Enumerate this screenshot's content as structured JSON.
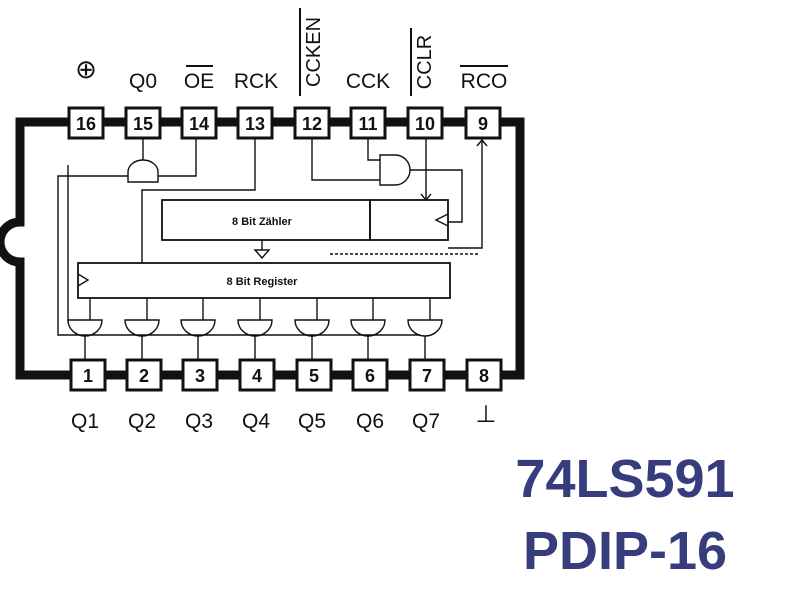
{
  "ic": {
    "pins_top": [
      {
        "num": "16",
        "signal": "⊕"
      },
      {
        "num": "15",
        "signal": "Q0"
      },
      {
        "num": "14",
        "signal": "OE"
      },
      {
        "num": "13",
        "signal": "RCK"
      },
      {
        "num": "12",
        "signal": "CCKEN"
      },
      {
        "num": "11",
        "signal": "CCK"
      },
      {
        "num": "10",
        "signal": "CCLR"
      },
      {
        "num": "9",
        "signal": "RCO"
      }
    ],
    "pins_bottom": [
      {
        "num": "1",
        "signal": "Q1"
      },
      {
        "num": "2",
        "signal": "Q2"
      },
      {
        "num": "3",
        "signal": "Q3"
      },
      {
        "num": "4",
        "signal": "Q4"
      },
      {
        "num": "5",
        "signal": "Q5"
      },
      {
        "num": "6",
        "signal": "Q6"
      },
      {
        "num": "7",
        "signal": "Q7"
      },
      {
        "num": "8",
        "signal": "⊥"
      }
    ],
    "counter_label": "8 Bit Zähler",
    "register_label": "8 Bit Register"
  },
  "part_number": "74LS591",
  "package": "PDIP-16",
  "colors": {
    "title": "#363c7c",
    "ink": "#111111"
  }
}
